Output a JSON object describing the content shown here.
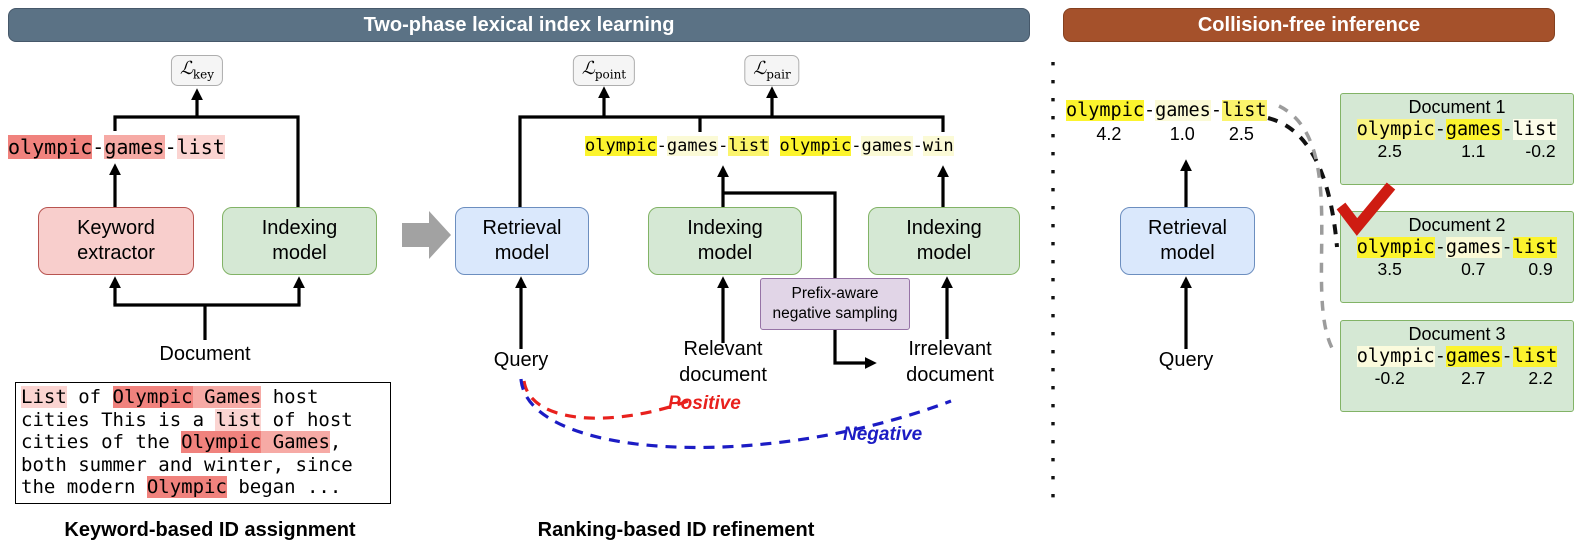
{
  "id_separator": "-",
  "icons": {
    "checkmark": "check-icon",
    "flow_arrow": "right-block-arrow-icon",
    "separator": "vertical-dotted-divider"
  },
  "colors": {
    "banner_left_bg": "#5b7285",
    "banner_right_bg": "#a5512b",
    "yellow_hi": "#fcf42d",
    "yellow_mid": "#fbf46c",
    "yellow_lo": "#fbfad6",
    "red_hi": "#f0827d",
    "red_mid": "#f6aaa5",
    "red_lo": "#fbd4d1",
    "positive": "#e8211d",
    "negative": "#1c1cc4",
    "box_green": "#d5e8d4",
    "box_blue": "#dae8fc",
    "box_red": "#f8cecc",
    "box_purple": "#e1d5e7"
  },
  "banners": {
    "left": "Two-phase lexical index learning",
    "right": "Collision-free inference"
  },
  "left": {
    "loss": {
      "sym": "ℒ",
      "sub": "key"
    },
    "id_tokens": [
      {
        "t": "olympic",
        "bg": "#f0827d"
      },
      {
        "t": "games",
        "bg": "#f6aaa5"
      },
      {
        "t": "list",
        "bg": "#fbd4d1"
      }
    ],
    "keyword_box": "Keyword\nextractor",
    "indexing_box": "Indexing\nmodel",
    "document_label": "Document",
    "doc_text_lines": [
      [
        {
          "t": "List",
          "bg": "#fbd4d1"
        },
        {
          "t": " of "
        },
        {
          "t": "Olympic",
          "bg": "#f0827d"
        },
        {
          "t": " ",
          "bg": "#f6aaa5"
        },
        {
          "t": "Games",
          "bg": "#f6aaa5"
        },
        {
          "t": " host"
        }
      ],
      [
        {
          "t": "cities  This is a "
        },
        {
          "t": "list",
          "bg": "#fbd4d1"
        },
        {
          "t": " of host"
        }
      ],
      [
        {
          "t": "cities of the "
        },
        {
          "t": "Olympic",
          "bg": "#f0827d"
        },
        {
          "t": " ",
          "bg": "#f6aaa5"
        },
        {
          "t": "Games",
          "bg": "#f6aaa5"
        },
        {
          "t": ","
        }
      ],
      [
        {
          "t": "both summer and winter, since"
        }
      ],
      [
        {
          "t": "the modern "
        },
        {
          "t": "Olympic",
          "bg": "#f0827d"
        },
        {
          "t": " began ..."
        }
      ]
    ],
    "caption": "Keyword-based ID assignment"
  },
  "middle": {
    "loss_point": {
      "sym": "ℒ",
      "sub": "point"
    },
    "loss_pair": {
      "sym": "ℒ",
      "sub": "pair"
    },
    "id1_tokens": [
      {
        "t": "olympic",
        "bg": "#fcf42d"
      },
      {
        "t": "games",
        "bg": "#fbfad6"
      },
      {
        "t": "list",
        "bg": "#fbf46c"
      }
    ],
    "id2_tokens": [
      {
        "t": "olympic",
        "bg": "#fcf42d"
      },
      {
        "t": "games",
        "bg": "#fbfad6"
      },
      {
        "t": "win",
        "bg": "#fbfad6"
      }
    ],
    "retrieval_box": "Retrieval\nmodel",
    "indexing_box1": "Indexing\nmodel",
    "indexing_box2": "Indexing\nmodel",
    "prefix_box": "Prefix-aware\nnegative sampling",
    "query_label": "Query",
    "relevant_label": "Relevant\ndocument",
    "irrelevant_label": "Irrelevant\ndocument",
    "positive_label": "Positive",
    "negative_label": "Negative",
    "caption": "Ranking-based ID refinement"
  },
  "right": {
    "query_id_tokens": [
      {
        "t": "olympic",
        "bg": "#fcf42d"
      },
      {
        "t": "games",
        "bg": "#fbfad6"
      },
      {
        "t": "list",
        "bg": "#fbf46c"
      }
    ],
    "query_scores": [
      "4.2",
      "1.0",
      "2.5"
    ],
    "retrieval_box": "Retrieval\nmodel",
    "query_label": "Query",
    "documents": [
      {
        "title": "Document 1",
        "tokens": [
          {
            "t": "olympic",
            "bg": "#fbf584"
          },
          {
            "t": "games",
            "bg": "#fcf42d"
          },
          {
            "t": "list",
            "bg": "#fdfdea"
          }
        ],
        "scores": [
          "2.5",
          "1.1",
          "-0.2"
        ]
      },
      {
        "title": "Document 2",
        "tokens": [
          {
            "t": "olympic",
            "bg": "#fcf42d"
          },
          {
            "t": "games",
            "bg": "#fbfad6"
          },
          {
            "t": "list",
            "bg": "#fcf42d"
          }
        ],
        "scores": [
          "3.5",
          "0.7",
          "0.9"
        ]
      },
      {
        "title": "Document 3",
        "tokens": [
          {
            "t": "olympic",
            "bg": "#fbfbdd"
          },
          {
            "t": "games",
            "bg": "#fcf42d"
          },
          {
            "t": "list",
            "bg": "#fcf42d"
          }
        ],
        "scores": [
          "-0.2",
          "2.7",
          "2.2"
        ]
      }
    ]
  }
}
